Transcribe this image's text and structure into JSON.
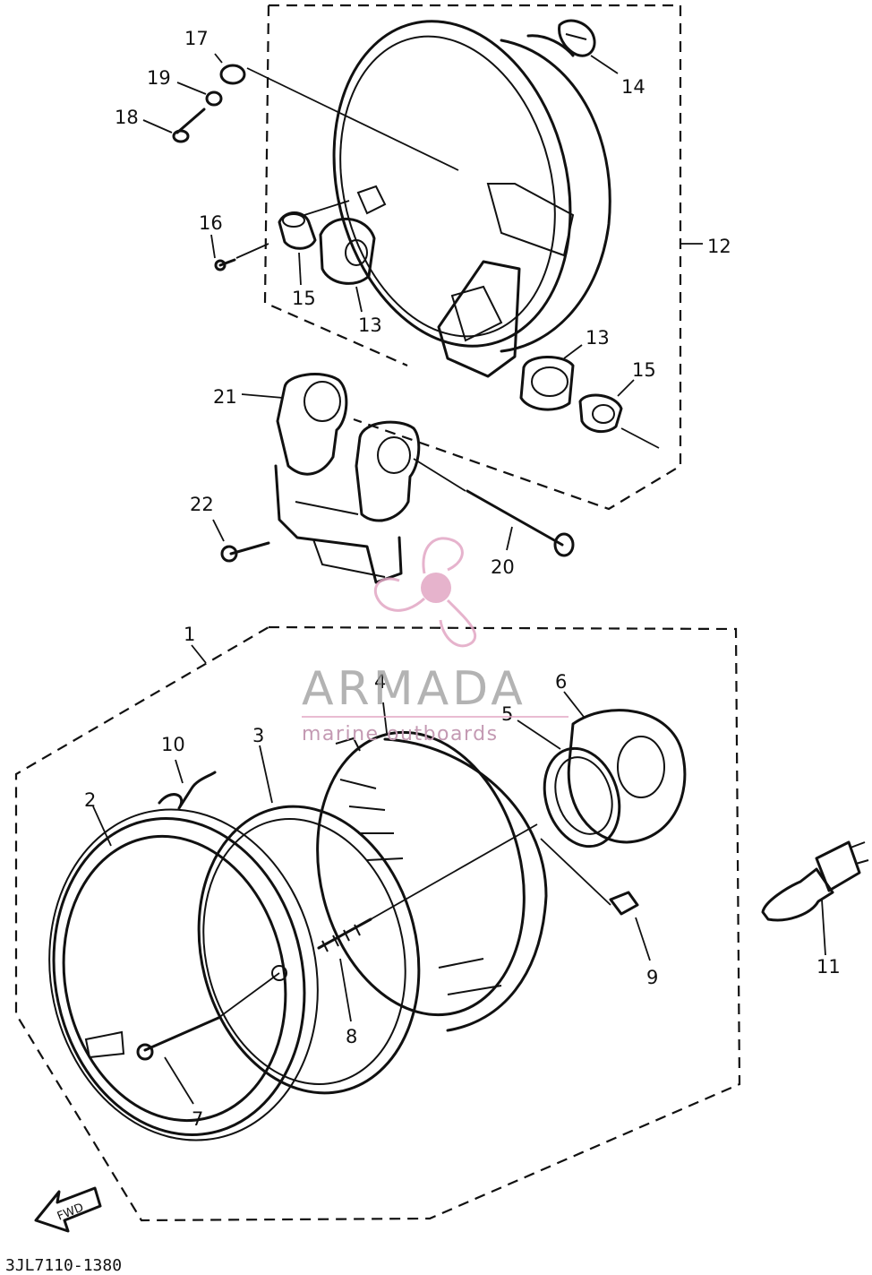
{
  "diagram": {
    "callouts": [
      "1",
      "2",
      "3",
      "4",
      "5",
      "6",
      "7",
      "8",
      "9",
      "10",
      "11",
      "12",
      "13",
      "13",
      "14",
      "15",
      "15",
      "16",
      "17",
      "18",
      "19",
      "20",
      "21",
      "22"
    ],
    "drawing_code": "3JL7110-1380",
    "direction_marker": "FWD",
    "watermark": {
      "brand": "ARMADA",
      "tagline": "marine outboards",
      "color": "#e2a6c4"
    },
    "line_color": "#111111"
  }
}
